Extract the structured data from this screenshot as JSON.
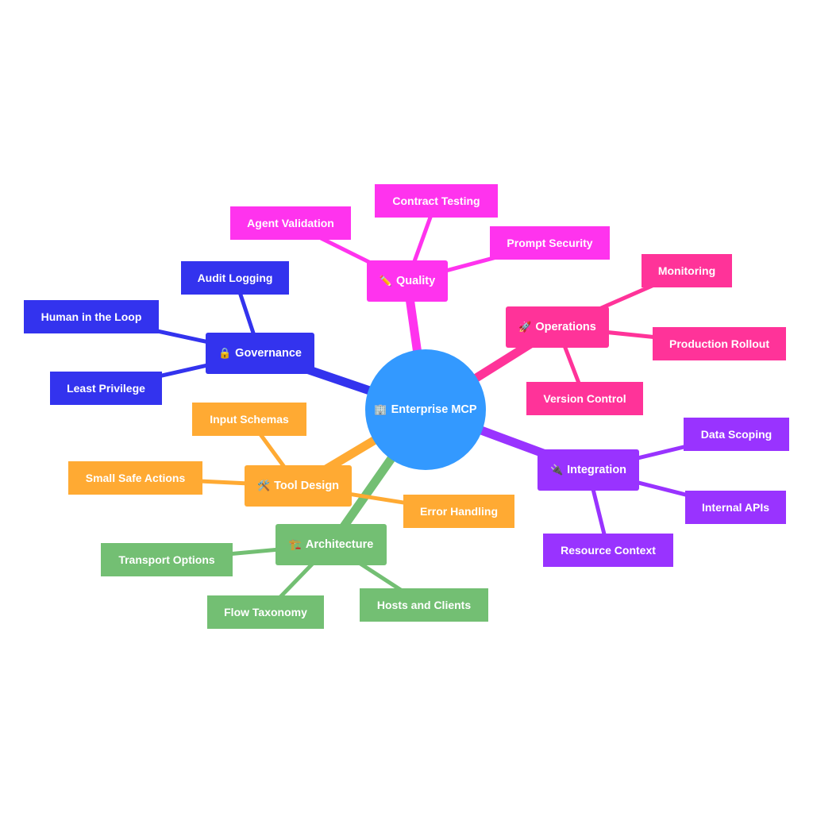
{
  "root": {
    "label": "Enterprise MCP",
    "icon": "office-building-icon",
    "glyph": "🏢",
    "color": "#3399ff"
  },
  "branches": [
    {
      "id": "quality",
      "label": "Quality",
      "icon": "pencil-icon",
      "glyph": "✏️",
      "color": "#ff33ee",
      "leaves": [
        "Agent Validation",
        "Contract Testing",
        "Prompt Security"
      ]
    },
    {
      "id": "operations",
      "label": "Operations",
      "icon": "rocket-icon",
      "glyph": "🚀",
      "color": "#ff3399",
      "leaves": [
        "Monitoring",
        "Production Rollout",
        "Version Control"
      ]
    },
    {
      "id": "integration",
      "label": "Integration",
      "icon": "plug-icon",
      "glyph": "🔌",
      "color": "#9933ff",
      "leaves": [
        "Data Scoping",
        "Internal APIs",
        "Resource Context"
      ]
    },
    {
      "id": "architecture",
      "label": "Architecture",
      "icon": "construction-crane-icon",
      "glyph": "🏗️",
      "color": "#73bf73",
      "leaves": [
        "Transport Options",
        "Flow Taxonomy",
        "Hosts and Clients"
      ]
    },
    {
      "id": "tool-design",
      "label": "Tool Design",
      "icon": "hammer-and-wrench-icon",
      "glyph": "🛠️",
      "color": "#ffaa33",
      "leaves": [
        "Input Schemas",
        "Small Safe Actions",
        "Error Handling"
      ]
    },
    {
      "id": "governance",
      "label": "Governance",
      "icon": "lock-icon",
      "glyph": "🔒",
      "color": "#3333ee",
      "leaves": [
        "Audit Logging",
        "Human in the Loop",
        "Least Privilege"
      ]
    }
  ]
}
